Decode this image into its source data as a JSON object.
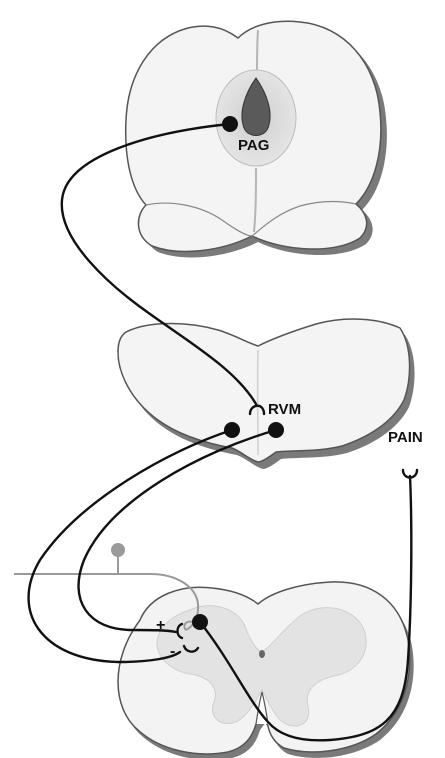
{
  "labels": {
    "pag": "PAG",
    "rvm": "RVM",
    "pain": "PAIN",
    "plus": "+",
    "minus": "-"
  },
  "colors": {
    "tissue": "#f3f3f3",
    "tissue_shadow": "#8a8a8a",
    "tissue_edge": "#555555",
    "gray_matter": "#e2e2e2",
    "neuron": "#111111",
    "afferent": "#9a9a9a"
  }
}
